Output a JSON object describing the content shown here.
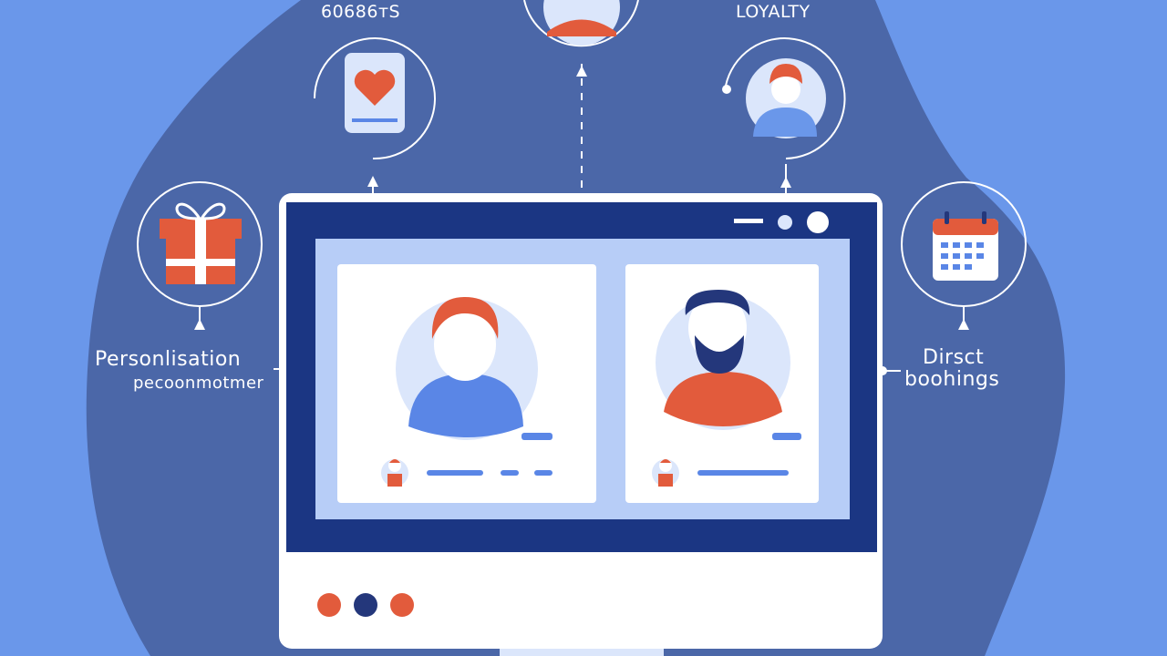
{
  "labels": {
    "top_left": "60686тS",
    "loyalty": "LOYALTY",
    "personalisation_line1": "Personlisation",
    "personalisation_line2": "pecoonmotmer",
    "direct_line1": "Dirsct",
    "direct_line2": "boohings"
  },
  "icons": {
    "top_left": "heart-card-icon",
    "top_center": "user-avatar-icon",
    "top_right": "loyalty-user-icon",
    "left": "gift-icon",
    "right": "calendar-icon"
  },
  "colors": {
    "background": "#6a97ea",
    "blob": "#4b67a8",
    "screen": "#1b3683",
    "accent_orange": "#e25b3c",
    "accent_navy": "#24377b"
  }
}
